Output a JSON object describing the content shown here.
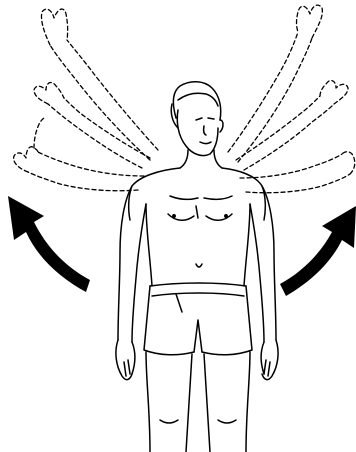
{
  "figure": {
    "subject": "man-standing-front-view",
    "motion": "arms-raise-sideways-overhead",
    "arrow_icons": [
      "curved-arrow-up-left",
      "curved-arrow-up-right"
    ],
    "colors": {
      "ink": "#000000",
      "background": "#ffffff"
    }
  }
}
